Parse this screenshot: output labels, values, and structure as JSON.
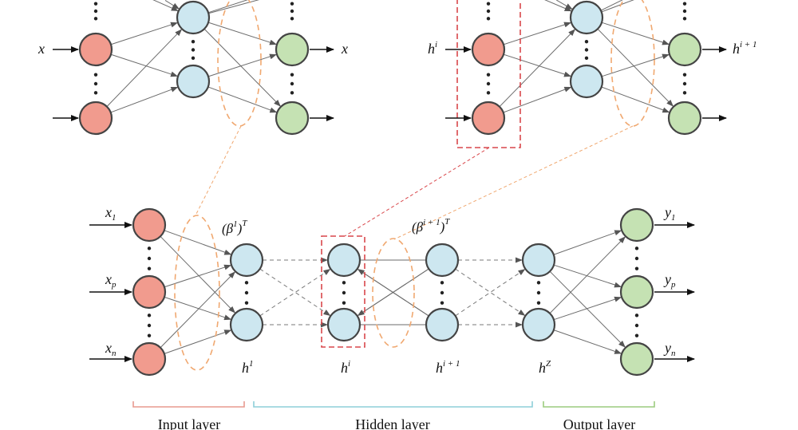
{
  "colors": {
    "input_node": "#f19b8e",
    "hidden_node": "#cde7f0",
    "output_node": "#c5e2b3",
    "orange_group": "#f0a870",
    "red_box": "#d9474b",
    "input_bracket": "#e89a8f",
    "hidden_bracket": "#8ecfd8",
    "output_bracket": "#9ccc7f"
  },
  "top_left_autoencoder": {
    "input_label": "x",
    "output_label": "x"
  },
  "top_right_autoencoder": {
    "input_label_base": "h",
    "input_label_sup": "i",
    "output_label_base": "h",
    "output_label_sup": "i + 1"
  },
  "bottom_network": {
    "inputs": [
      {
        "base": "x",
        "sub": "1"
      },
      {
        "base": "x",
        "sub": "p"
      },
      {
        "base": "x",
        "sub": "n"
      }
    ],
    "outputs": [
      {
        "base": "y",
        "sub": "1"
      },
      {
        "base": "y",
        "sub": "p"
      },
      {
        "base": "y",
        "sub": "n"
      }
    ],
    "weight_labels": [
      {
        "open": "(β",
        "sup1": "1",
        "close": ")",
        "sup2": "T"
      },
      {
        "open": "(β",
        "sup1": "i + 1",
        "close": ")",
        "sup2": "T"
      }
    ],
    "hidden_labels": [
      {
        "base": "h",
        "sup": "1"
      },
      {
        "base": "h",
        "sup": "i"
      },
      {
        "base": "h",
        "sup": "i + 1"
      },
      {
        "base": "h",
        "sup": "Z"
      }
    ]
  },
  "legend": {
    "input_layer": "Input layer",
    "hidden_layer": "Hidden layer",
    "output_layer": "Output layer"
  }
}
